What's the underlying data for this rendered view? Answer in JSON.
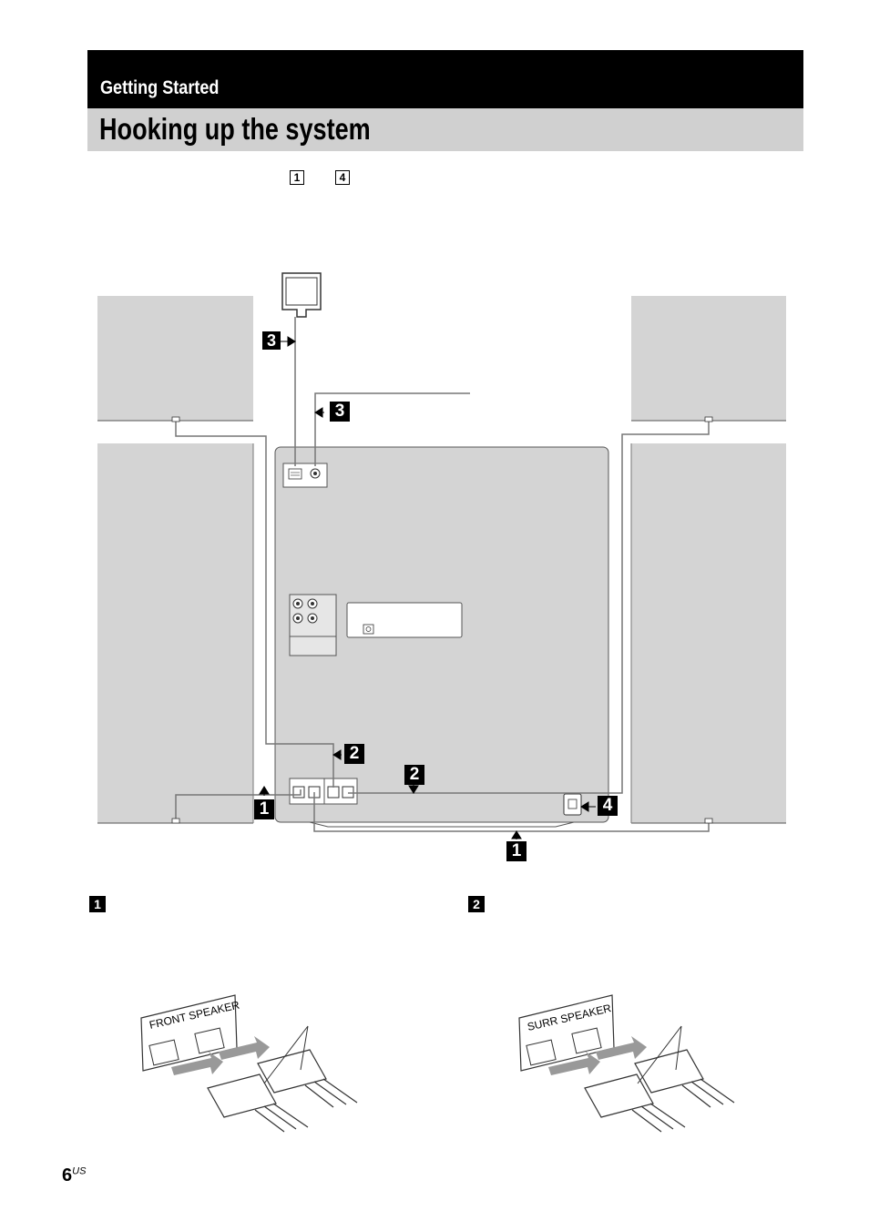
{
  "header": {
    "section": "Getting Started",
    "title": "Hooking up the system"
  },
  "intro_markers": {
    "first": "1",
    "last": "4"
  },
  "callouts": {
    "speaker_front": "1",
    "speaker_surround": "2",
    "antenna": "3",
    "power": "4"
  },
  "detail": {
    "left_marker": "1",
    "right_marker": "2",
    "left_panel_label": "FRONT SPEAKER",
    "right_panel_label": "SURR SPEAKER"
  },
  "page": {
    "number": "6",
    "suffix": "US"
  }
}
